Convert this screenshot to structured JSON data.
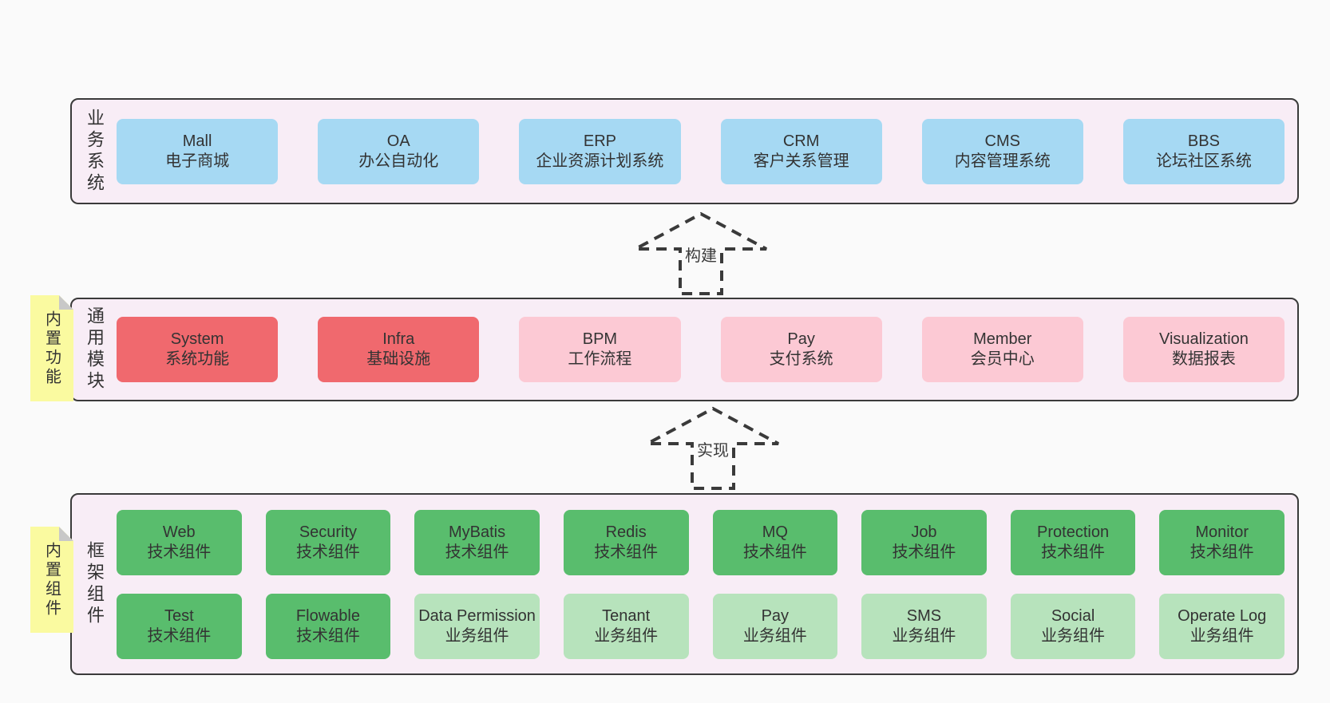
{
  "diagram": {
    "title": "framework-architecture-diagram",
    "colors": {
      "canvas": "#fafafa",
      "band_bg": "#f8edf6",
      "border": "#3a3a3a",
      "blue": "#a6d9f3",
      "red": "#f0696e",
      "pink": "#fcc9d4",
      "green": "#59bd6d",
      "lightgreen": "#b7e3bc",
      "note": "#fafaa0",
      "fold": "#c8c8c8"
    },
    "bands": [
      {
        "label": "业务系统",
        "items": [
          {
            "en": "Mall",
            "zh": "电子商城",
            "type": "blue"
          },
          {
            "en": "OA",
            "zh": "办公自动化",
            "type": "blue"
          },
          {
            "en": "ERP",
            "zh": "企业资源计划系统",
            "type": "blue"
          },
          {
            "en": "CRM",
            "zh": "客户关系管理",
            "type": "blue"
          },
          {
            "en": "CMS",
            "zh": "内容管理系统",
            "type": "blue"
          },
          {
            "en": "BBS",
            "zh": "论坛社区系统",
            "type": "blue"
          }
        ]
      },
      {
        "label": "通用模块",
        "note": "内置功能",
        "items": [
          {
            "en": "System",
            "zh": "系统功能",
            "type": "red"
          },
          {
            "en": "Infra",
            "zh": "基础设施",
            "type": "red"
          },
          {
            "en": "BPM",
            "zh": "工作流程",
            "type": "pink"
          },
          {
            "en": "Pay",
            "zh": "支付系统",
            "type": "pink"
          },
          {
            "en": "Member",
            "zh": "会员中心",
            "type": "pink"
          },
          {
            "en": "Visualization",
            "zh": "数据报表",
            "type": "pink"
          }
        ]
      },
      {
        "label": "框架组件",
        "note": "内置组件",
        "rows": [
          [
            {
              "en": "Web",
              "zh": "技术组件",
              "type": "green"
            },
            {
              "en": "Security",
              "zh": "技术组件",
              "type": "green"
            },
            {
              "en": "MyBatis",
              "zh": "技术组件",
              "type": "green"
            },
            {
              "en": "Redis",
              "zh": "技术组件",
              "type": "green"
            },
            {
              "en": "MQ",
              "zh": "技术组件",
              "type": "green"
            },
            {
              "en": "Job",
              "zh": "技术组件",
              "type": "green"
            },
            {
              "en": "Protection",
              "zh": "技术组件",
              "type": "green"
            },
            {
              "en": "Monitor",
              "zh": "技术组件",
              "type": "green"
            }
          ],
          [
            {
              "en": "Test",
              "zh": "技术组件",
              "type": "green"
            },
            {
              "en": "Flowable",
              "zh": "技术组件",
              "type": "green"
            },
            {
              "en": "Data Permission",
              "zh": "业务组件",
              "type": "lightgreen"
            },
            {
              "en": "Tenant",
              "zh": "业务组件",
              "type": "lightgreen"
            },
            {
              "en": "Pay",
              "zh": "业务组件",
              "type": "lightgreen"
            },
            {
              "en": "SMS",
              "zh": "业务组件",
              "type": "lightgreen"
            },
            {
              "en": "Social",
              "zh": "业务组件",
              "type": "lightgreen"
            },
            {
              "en": "Operate Log",
              "zh": "业务组件",
              "type": "lightgreen"
            }
          ]
        ]
      }
    ],
    "arrows": [
      {
        "label": "构建"
      },
      {
        "label": "实现"
      }
    ]
  }
}
